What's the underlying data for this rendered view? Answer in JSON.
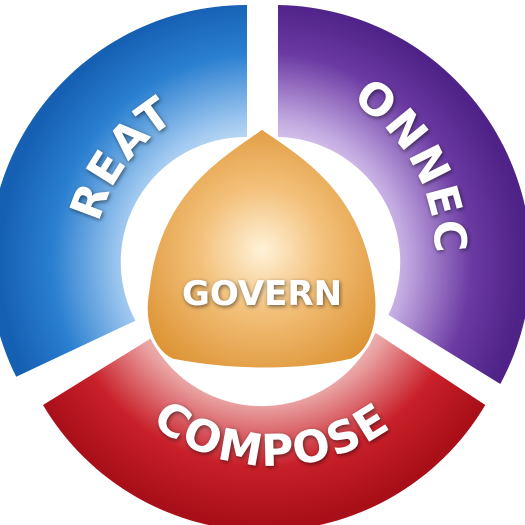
{
  "segments": {
    "create": {
      "label": "CREATE",
      "color": "#1B6FC4",
      "glow": "#FFFFFF"
    },
    "connect": {
      "label": "CONNECT",
      "color": "#5A2A93",
      "glow": "#FFFFFF"
    },
    "compose": {
      "label": "COMPOSE",
      "color": "#C0141C",
      "glow": "#FFFFFF"
    }
  },
  "center": {
    "label": "GOVERN",
    "color": "#E9A43C"
  }
}
